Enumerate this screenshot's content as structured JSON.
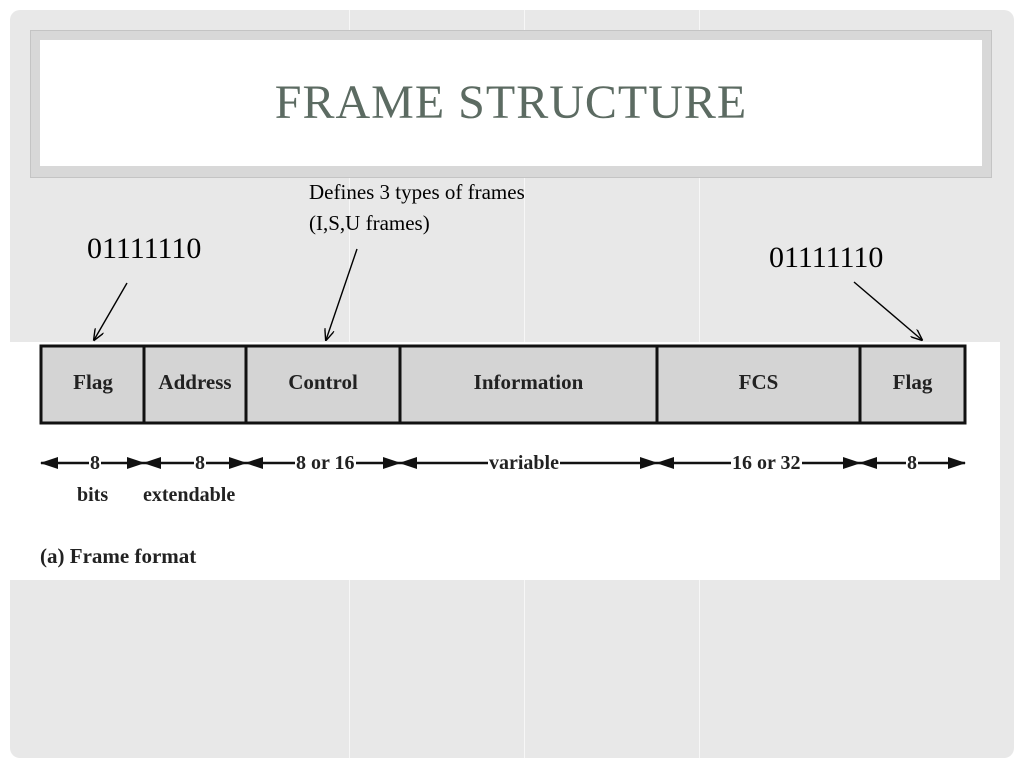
{
  "slide": {
    "title": "FRAME STRUCTURE"
  },
  "annotations": {
    "control_note_line1": "Defines 3 types of frames",
    "control_note_line2": "(I,S,U frames)",
    "flag_left_bits": "01111110",
    "flag_right_bits": "01111110"
  },
  "frame_format": {
    "fields": [
      {
        "label": "Flag"
      },
      {
        "label": "Address"
      },
      {
        "label": "Control"
      },
      {
        "label": "Information"
      },
      {
        "label": "FCS"
      },
      {
        "label": "Flag"
      }
    ],
    "sizes": [
      {
        "text": "8"
      },
      {
        "text": "8"
      },
      {
        "text": "8 or 16"
      },
      {
        "text": "variable"
      },
      {
        "text": "16 or 32"
      },
      {
        "text": "8"
      }
    ],
    "unit_bits": "bits",
    "unit_extendable": "extendable",
    "caption": "(a) Frame format"
  }
}
